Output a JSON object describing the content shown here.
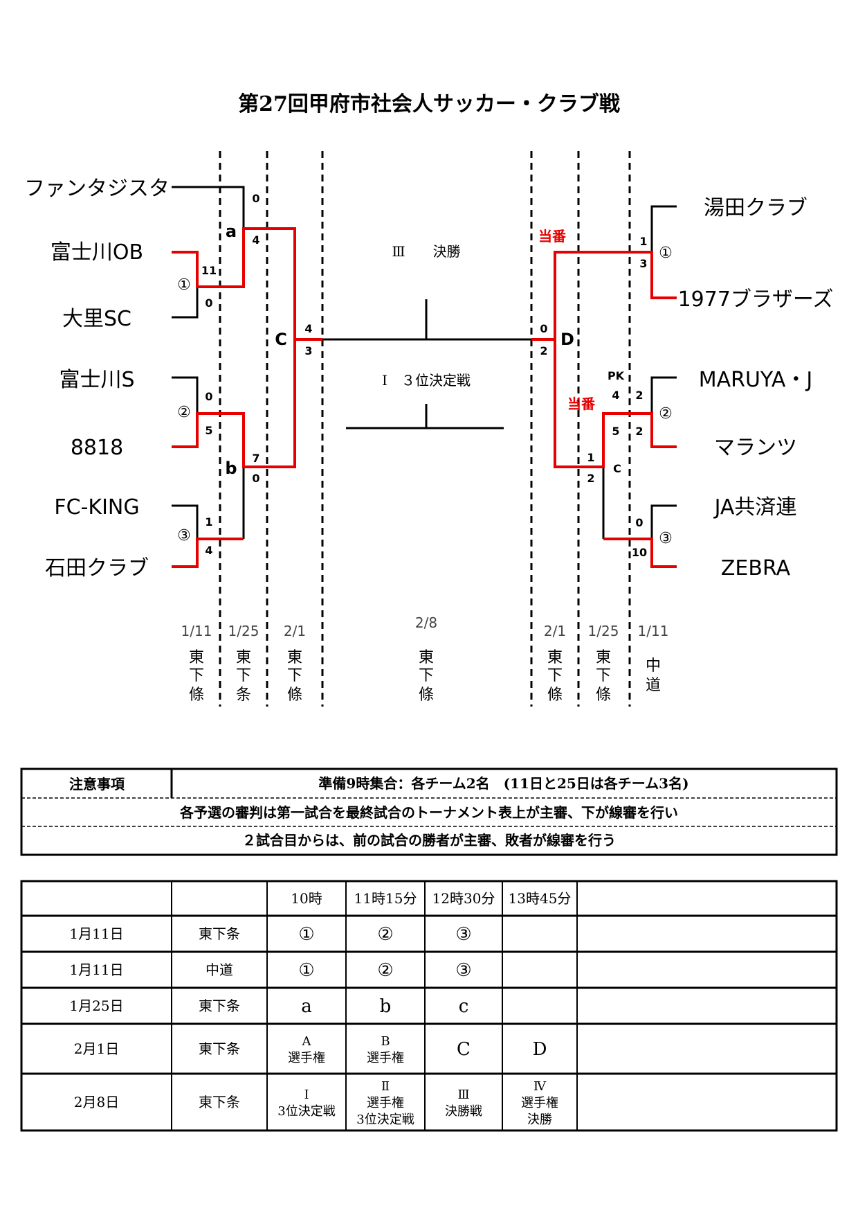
{
  "title": "第27回甲府市社会人サッカー・クラブ戦",
  "left_teams": [
    "ファンタジスタ",
    "富士川OB",
    "大里SC",
    "富士川S",
    "8818",
    "FC-KING",
    "石田クラブ"
  ],
  "right_teams": [
    "湯田クラブ",
    "1977ブラザーズ",
    "MARUYA・J",
    "マランツ",
    "JA共済連",
    "ZEBRA"
  ],
  "left_scores": {
    "m1": [
      "11",
      "0"
    ],
    "m2": [
      "0",
      "5"
    ],
    "m3": [
      "1",
      "4"
    ],
    "ma": [
      "0",
      "4"
    ],
    "mb": [
      "7",
      "0"
    ],
    "mC": [
      "4",
      "3"
    ]
  },
  "right_scores": {
    "m1": [
      "1",
      "3"
    ],
    "m2": [
      "2",
      "2"
    ],
    "m2_pk": [
      "4",
      "5"
    ],
    "m3": [
      "0",
      "10"
    ],
    "mc": [
      "1",
      "2"
    ],
    "mD": [
      "0",
      "2"
    ]
  },
  "pk_label": "PK",
  "match_labels": {
    "left_1": "①",
    "left_2": "②",
    "left_3": "③",
    "a": "a",
    "b": "b",
    "C": "C",
    "right_1": "①",
    "right_2": "②",
    "right_3": "③",
    "c": "C",
    "D": "D"
  },
  "tooban": [
    "当番",
    "当番"
  ],
  "center": {
    "final": "Ⅲ　　決勝",
    "third": "Ⅰ　３位決定戦"
  },
  "dates": [
    "1/11",
    "1/25",
    "2/1",
    "2/8",
    "2/1",
    "1/25",
    "1/11"
  ],
  "venues": [
    [
      "東",
      "下",
      "條"
    ],
    [
      "東",
      "下",
      "条"
    ],
    [
      "東",
      "下",
      "條"
    ],
    [
      "東",
      "下",
      "條"
    ],
    [
      "東",
      "下",
      "條"
    ],
    [
      "東",
      "下",
      "條"
    ],
    [
      "中",
      "道"
    ]
  ],
  "notes": {
    "header": "注意事項",
    "line1": "準備9時集合：各チーム2名　(11日と25日は各チーム3名)",
    "line2": "各予選の審判は第一試合を最終試合のトーナメント表上が主審、下が線審を行い",
    "line3": "２試合目からは、前の試合の勝者が主審、敗者が線審を行う"
  },
  "schedule": {
    "headers": [
      "",
      "",
      "10時",
      "11時15分",
      "12時30分",
      "13時45分",
      ""
    ],
    "rows": [
      [
        "1月11日",
        "東下条",
        "①",
        "②",
        "③",
        "",
        ""
      ],
      [
        "1月11日",
        "中道",
        "①",
        "②",
        "③",
        "",
        ""
      ],
      [
        "1月25日",
        "東下条",
        "a",
        "b",
        "c",
        "",
        ""
      ],
      [
        "2月1日",
        "東下条",
        "A|選手権",
        "B|選手権",
        "C",
        "D",
        ""
      ],
      [
        "2月8日",
        "東下条",
        "Ⅰ|3位決定戦",
        "Ⅱ|選手権|3位決定戦",
        "Ⅲ|決勝戦",
        "Ⅳ|選手権|決勝",
        ""
      ]
    ]
  },
  "colors": {
    "winner": "#e60000",
    "line": "#000000"
  }
}
